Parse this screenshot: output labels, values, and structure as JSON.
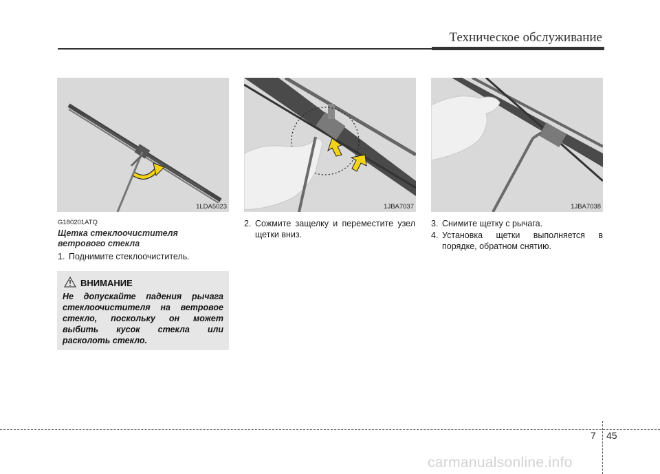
{
  "header": {
    "title": "Техническое обслуживание"
  },
  "figures": [
    {
      "code": "1LDA5023"
    },
    {
      "code": "1JBA7037"
    },
    {
      "code": "1JBA7038"
    }
  ],
  "section": {
    "code": "G180201ATQ",
    "title": "Щетка стеклоочистителя ветрового стекла"
  },
  "steps": [
    {
      "num": "1.",
      "text": "Поднимите стеклоочиститель."
    },
    {
      "num": "2.",
      "text": "Сожмите защелку и переместите узел щетки вниз."
    },
    {
      "num": "3.",
      "text": "Снимите щетку с рычага."
    },
    {
      "num": "4.",
      "text": "Установка щетки выполняется в порядке, обратном снятию."
    }
  ],
  "warning": {
    "title": "ВНИМАНИЕ",
    "text": "Не допускайте падения рычага стеклоочистителя на ветровое стекло, поскольку он может выбить кусок стекла или расколоть стекло.",
    "icon": "warning-triangle-icon"
  },
  "footer": {
    "chapter": "7",
    "page": "45",
    "watermark": "carmanualsonline.info"
  }
}
